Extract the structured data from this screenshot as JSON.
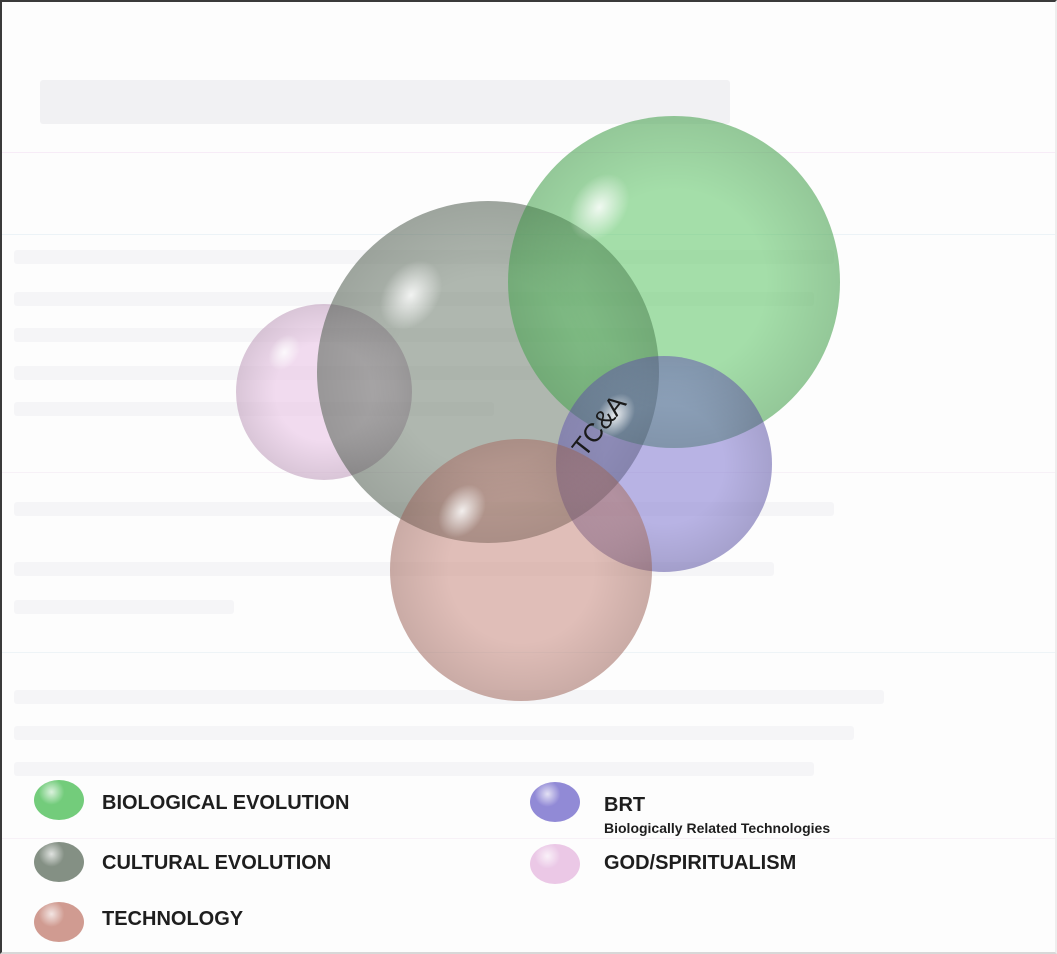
{
  "diagram": {
    "center_label": "TC&A",
    "circles": [
      {
        "key": "god",
        "color": "#e8bfe3",
        "opacity": 0.55
      },
      {
        "key": "cultural",
        "color": "#6f7d6f",
        "opacity": 0.55
      },
      {
        "key": "biological",
        "color": "#5bc465",
        "opacity": 0.55
      },
      {
        "key": "brt",
        "color": "#7f76d0",
        "opacity": 0.55
      },
      {
        "key": "technology",
        "color": "#c98b7f",
        "opacity": 0.55
      }
    ]
  },
  "legend": {
    "biological": {
      "label": "BIOLOGICAL EVOLUTION",
      "color": "#5bc465"
    },
    "cultural": {
      "label": "CULTURAL EVOLUTION",
      "color": "#6f7d6f"
    },
    "technology": {
      "label": "TECHNOLOGY",
      "color": "#c98b7f"
    },
    "brt": {
      "label": "BRT",
      "sublabel": "Biologically Related Technologies",
      "color": "#7f76d0"
    },
    "god": {
      "label": "GOD/SPIRITUALISM",
      "color": "#e8bfe3"
    }
  }
}
